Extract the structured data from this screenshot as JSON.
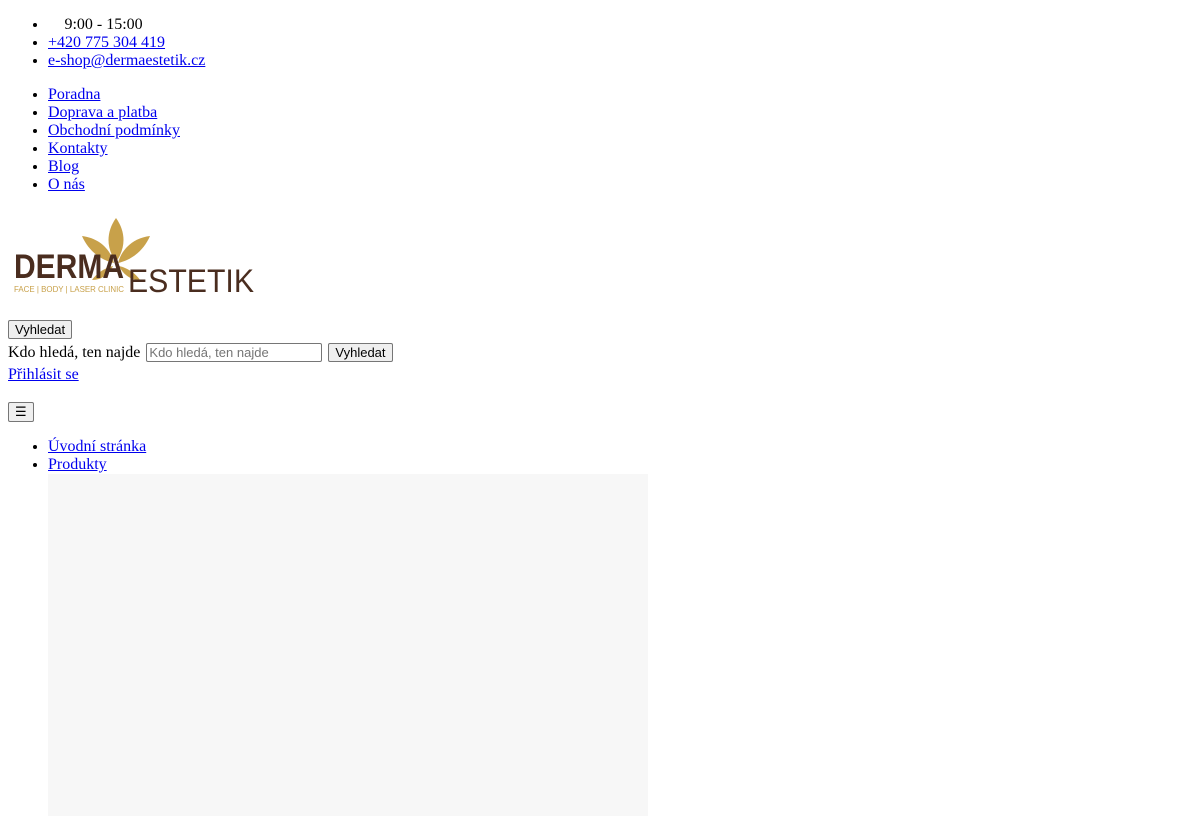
{
  "contact": {
    "hours_icon": "clock-icon",
    "hours": "9:00 - 15:00",
    "phone": "+420 775 304 419",
    "email": "e-shop@dermaestetik.cz"
  },
  "info_links": [
    "Poradna",
    "Doprava a platba",
    "Obchodní podmínky",
    "Kontakty",
    "Blog",
    "O nás"
  ],
  "logo": {
    "brand_part1": "DERMA",
    "brand_part2": "ESTETIK",
    "tagline": "FACE | BODY | LASER CLINIC",
    "colors": {
      "dark": "#4a2d1f",
      "gold": "#c8a14a"
    }
  },
  "search": {
    "toggle_label": "Vyhledat",
    "label": "Kdo hledá, ten najde",
    "placeholder": "Kdo hledá, ten najde",
    "submit_label": "Vyhledat"
  },
  "login_label": "Přihlásit se",
  "cart_icon": "cart-icon",
  "menu_toggle": "☰",
  "nav": [
    "Úvodní stránka",
    "Produkty"
  ]
}
